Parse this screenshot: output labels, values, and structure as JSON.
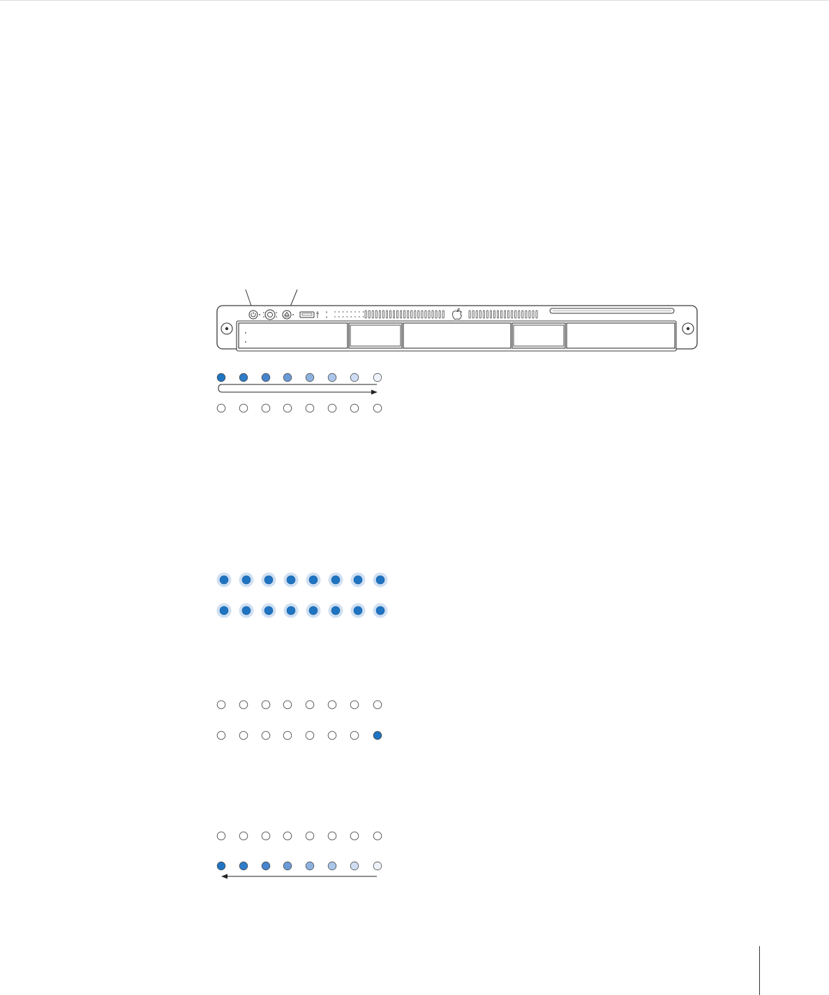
{
  "colors": {
    "led_on": "#1f74c2",
    "led_ring": "#cfe0f3",
    "outline": "#4a4a4a",
    "gradient": [
      "#1f74c2",
      "#2e7dc8",
      "#4684ce",
      "#6b9ad7",
      "#8db2e0",
      "#abc6ea",
      "#cfdcf3",
      "#eef3fb"
    ]
  },
  "server": {
    "icons": [
      "power-button-icon",
      "system-identifier-icon",
      "disc-eject-icon",
      "usb-port-icon",
      "apple-logo-icon",
      "slot-loading-drive-icon"
    ],
    "drive_bays": 5
  },
  "indicator_panels": [
    {
      "name": "sequence-forward",
      "top_row": "gradient",
      "bottom_row": "off",
      "arrow": "right"
    },
    {
      "name": "all-lit",
      "top_row": "all-on",
      "bottom_row": "all-on",
      "arrow": "none"
    },
    {
      "name": "single-lit",
      "top_row": "off",
      "bottom_row": "last-on",
      "arrow": "none"
    },
    {
      "name": "sequence-reverse",
      "top_row": "off",
      "bottom_row": "gradient",
      "arrow": "left"
    }
  ]
}
